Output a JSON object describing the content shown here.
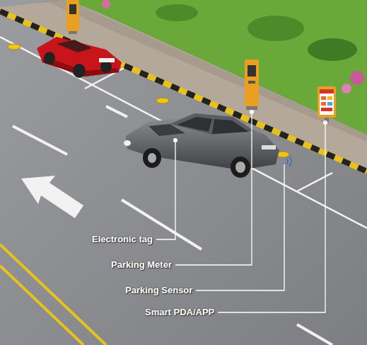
{
  "diagram": {
    "labels": [
      "Electronic tag",
      "Parking Meter",
      "Parking Sensor",
      "Smart PDA/APP"
    ]
  }
}
